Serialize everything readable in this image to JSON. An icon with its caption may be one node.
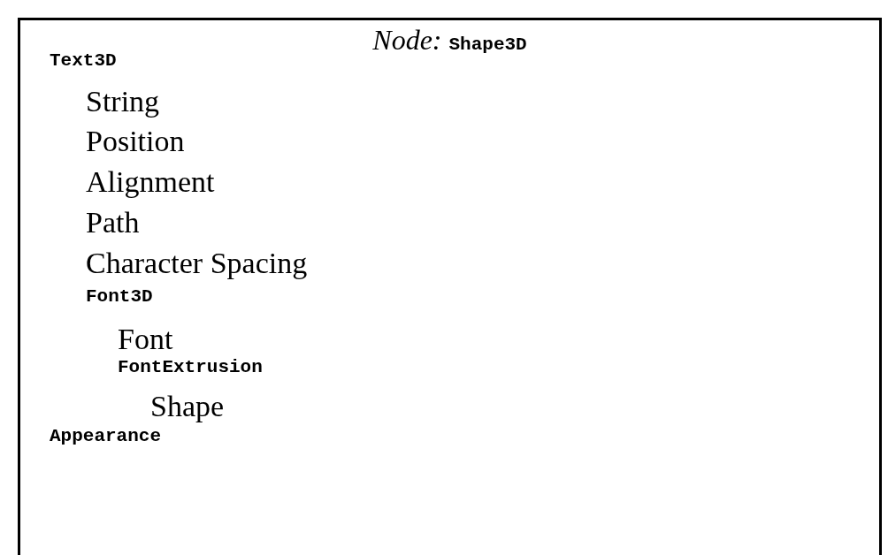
{
  "diagram": {
    "nodes": [
      {
        "text": [
          "*Node:* **Shape3D**"
        ]
      }
    ],
    "labels": [
      "Text3D",
      "String",
      "Position",
      "Alignment",
      "Path",
      "Character Spacing",
      "Font3D",
      "Font",
      "FontExtrusion",
      "Shape",
      "Appearance"
    ]
  }
}
